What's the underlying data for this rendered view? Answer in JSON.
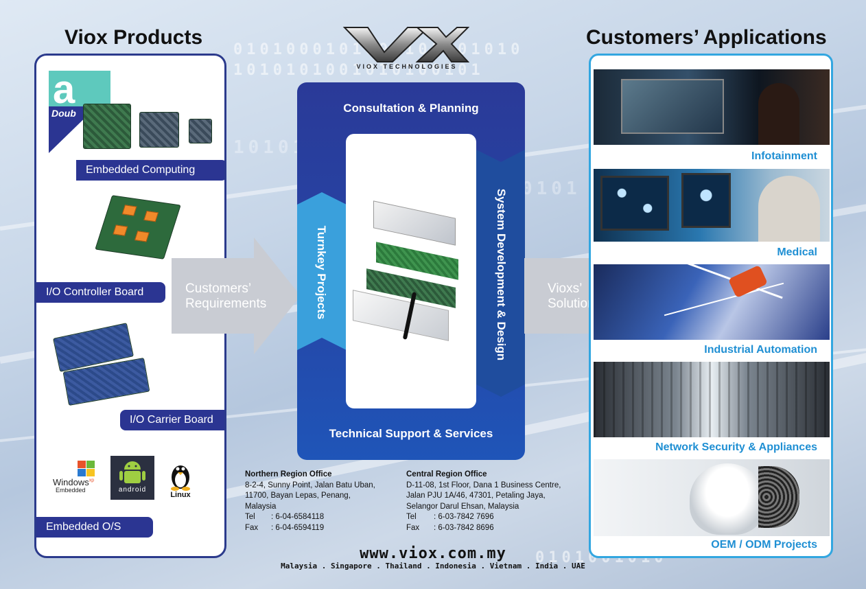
{
  "headings": {
    "left": "Viox Products",
    "right": "Customers’ Applications"
  },
  "logo": {
    "mark": "VX",
    "tagline": "VIOX TECHNOLOGIES"
  },
  "products": {
    "items": [
      {
        "label": "Embedded Computing"
      },
      {
        "label": "I/O Controller Board"
      },
      {
        "label": "I/O Carrier Board"
      },
      {
        "label": "Embedded O/S"
      }
    ],
    "brand_fragment": "Doub",
    "os_logos": {
      "windows_line1": "Windows",
      "windows_sup": "xp",
      "windows_line2": "Embedded",
      "android": "android",
      "linux": "Linux"
    }
  },
  "arrows": {
    "left_line1": "Customers’",
    "left_line2": "Requirements",
    "right_line1": "Vioxs’",
    "right_line2": "Solutions"
  },
  "process": {
    "top": "Consultation & Planning",
    "left": "Turnkey Projects",
    "right": "System Development & Design",
    "bottom": "Technical Support & Services"
  },
  "applications": {
    "items": [
      {
        "label": "Infotainment"
      },
      {
        "label": "Medical"
      },
      {
        "label": "Industrial Automation"
      },
      {
        "label": "Network Security & Appliances"
      },
      {
        "label": "OEM / ODM Projects"
      }
    ]
  },
  "offices": {
    "northern": {
      "title": "Northern Region Office",
      "address": [
        "8-2-4, Sunny Point, Jalan Batu Uban,",
        "11700, Bayan Lepas, Penang,",
        "Malaysia"
      ],
      "tel_label": "Tel",
      "tel": ": 6-04-6584118",
      "fax_label": "Fax",
      "fax": ": 6-04-6594119"
    },
    "central": {
      "title": "Central Region Office",
      "address": [
        "D-11-08, 1st Floor, Dana 1 Business Centre,",
        "Jalan PJU 1A/46, 47301, Petaling Jaya,",
        "Selangor Darul Ehsan, Malaysia"
      ],
      "tel_label": "Tel",
      "tel": ": 6-03-7842 7696",
      "fax_label": "Fax",
      "fax": ": 6-03-7842 8696"
    }
  },
  "footer": {
    "website": "www.viox.com.my",
    "countries": "Malaysia . Singapore . Thailand . Indonesia . Vietnam . India . UAE"
  },
  "colors": {
    "navy": "#2b3592",
    "cyan": "#32a6e0",
    "arrow": "#c9ccd3"
  }
}
